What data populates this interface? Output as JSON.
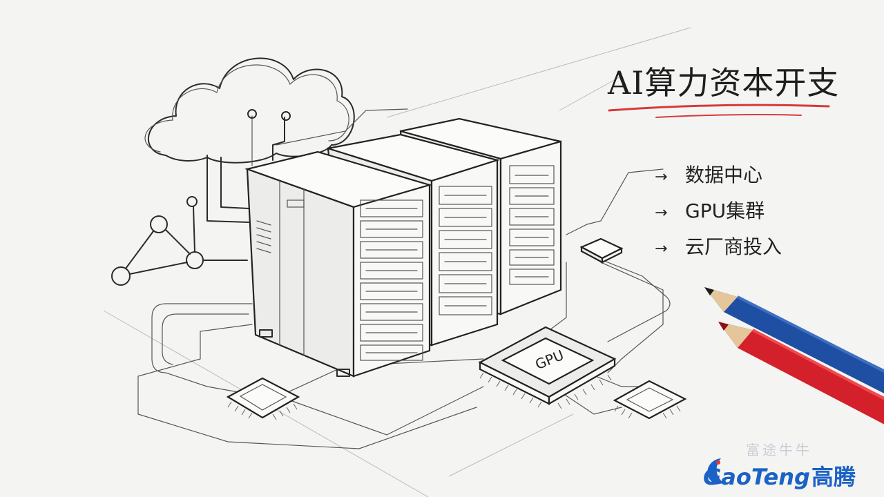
{
  "title": "AI算力资本开支",
  "bullets": [
    {
      "label": "数据中心"
    },
    {
      "label": "GPU集群"
    },
    {
      "label": "云厂商投入"
    }
  ],
  "chip_label": "GPU",
  "logo": {
    "latin": "GaoTeng",
    "cn": "高腾"
  },
  "watermark": "富途牛牛",
  "colors": {
    "pencil_blue": "#1f4fa3",
    "pencil_red": "#d4202a",
    "title_underline": "#d63a3a",
    "logo_blue": "#1b62c6"
  }
}
